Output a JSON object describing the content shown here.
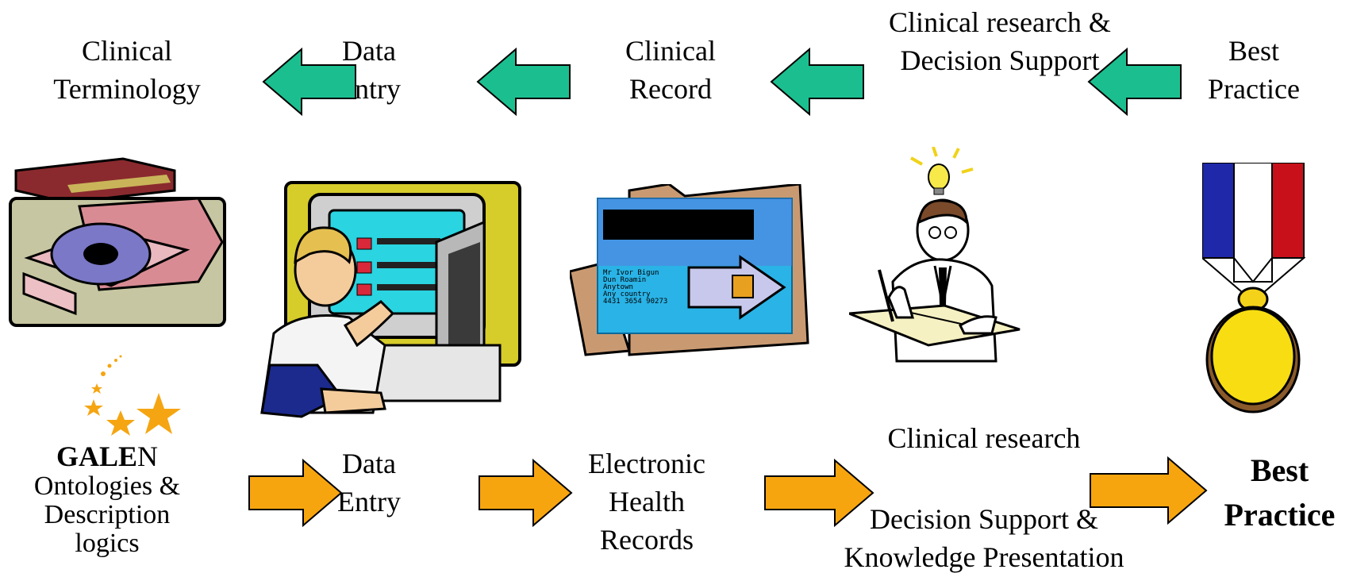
{
  "top_row": {
    "terminology": [
      "Clinical",
      "Terminology"
    ],
    "data_entry": [
      "Data",
      "Entry"
    ],
    "clinical_record": [
      "Clinical",
      "Record"
    ],
    "research_support": [
      "Clinical research &",
      "Decision Support"
    ],
    "best_practice": [
      "Best",
      "Practice"
    ]
  },
  "bottom_row": {
    "galen_title_bold": "GALE",
    "galen_title_tail": "N",
    "galen_lines": [
      "Ontologies &",
      "Description",
      "logics"
    ],
    "data_entry": [
      "Data",
      "Entry"
    ],
    "ehr": [
      "Electronic",
      "Health",
      "Records"
    ],
    "clinical_research": "Clinical research",
    "decision_support": [
      "Decision Support &",
      "Knowledge Presentation"
    ],
    "best_practice": [
      "Best",
      "Practice"
    ]
  },
  "card_text": [
    "Mr Ivor Bigun",
    "Dun Roamin",
    "Anytown",
    "Any country",
    "4431 3654 90273"
  ],
  "colors": {
    "top_arrow": "#1bbf8f",
    "bottom_arrow": "#f7a50f"
  },
  "icons": [
    "book-disc-icon",
    "star-icon",
    "computer-user-icon",
    "patient-card-icon",
    "thinking-scientist-icon",
    "lightbulb-icon",
    "medal-icon"
  ]
}
